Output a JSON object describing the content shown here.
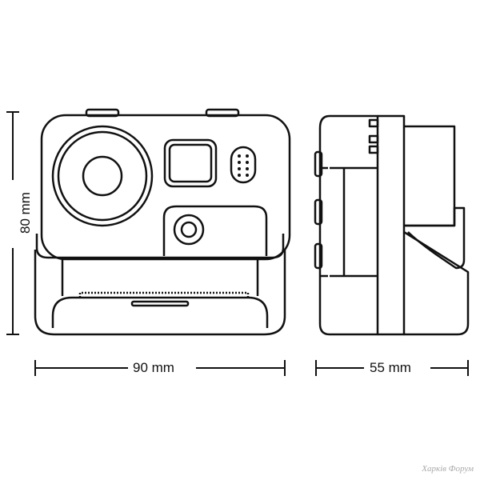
{
  "dimensions": {
    "height": "80 mm",
    "width": "90 mm",
    "depth": "55 mm"
  },
  "watermark": "Харків Форум",
  "colors": {
    "line": "#111111",
    "background": "#ffffff"
  }
}
